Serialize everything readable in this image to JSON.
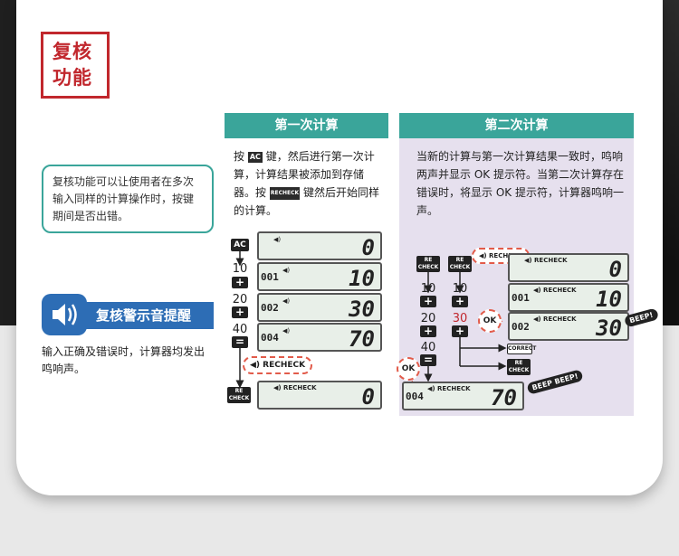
{
  "title": "复核\n功能",
  "description": "复核功能可以让使用者在多次输入同样的计算操作时，按键期间是否出错。",
  "speaker": {
    "banner": "复核警示音提醒",
    "text": "输入正确及错误时，计算器均发出鸣响声。"
  },
  "col1": {
    "header": "第一次计算",
    "instr": [
      "按",
      "AC",
      "键，然后进行第一次计算，计算结果被添加到存储器。按",
      "RECHECK",
      "键然后开始同样的计算。"
    ],
    "keys": {
      "ac": "AC",
      "plus": "+",
      "equals": "=",
      "recheck": "RE\nCHECK"
    },
    "nums": [
      "10",
      "20",
      "40"
    ],
    "lcds": [
      {
        "cnt": "",
        "value": "0"
      },
      {
        "cnt": "001",
        "value": "10"
      },
      {
        "cnt": "002",
        "value": "30"
      },
      {
        "cnt": "004",
        "value": "70"
      }
    ],
    "bubble": "RECHECK",
    "final_lcd": {
      "text": "RECHECK",
      "value": "0"
    }
  },
  "col2": {
    "header": "第二次计算",
    "instr": "当新的计算与第一次计算结果一致时，鸣响两声并显示 OK 提示符。当第二次计算存在错误时，将显示 OK 提示符，计算器鸣响一声。",
    "keys": {
      "recheck": "RE\nCHECK",
      "plus": "+",
      "equals": "=",
      "correct": "CORRECT"
    },
    "nums_left": [
      "10",
      "20",
      "40"
    ],
    "nums_right": [
      "10",
      "30"
    ],
    "bubble": "RECHECK",
    "lcds": [
      {
        "text": "RECHECK",
        "cnt": "",
        "value": "0"
      },
      {
        "text": "RECHECK",
        "cnt": "001",
        "value": "10"
      },
      {
        "text": "RECHECK",
        "cnt": "002",
        "value": "30"
      },
      {
        "text": "RECHECK",
        "cnt": "004",
        "value": "70"
      }
    ],
    "ok": "OK",
    "beep_single": "BEEP!",
    "beep_double": "BEEP BEEP!"
  },
  "colors": {
    "accent": "#3aa59a",
    "title": "#c1272d",
    "blue": "#2d6db5",
    "lavender": "#e6e0ee"
  }
}
